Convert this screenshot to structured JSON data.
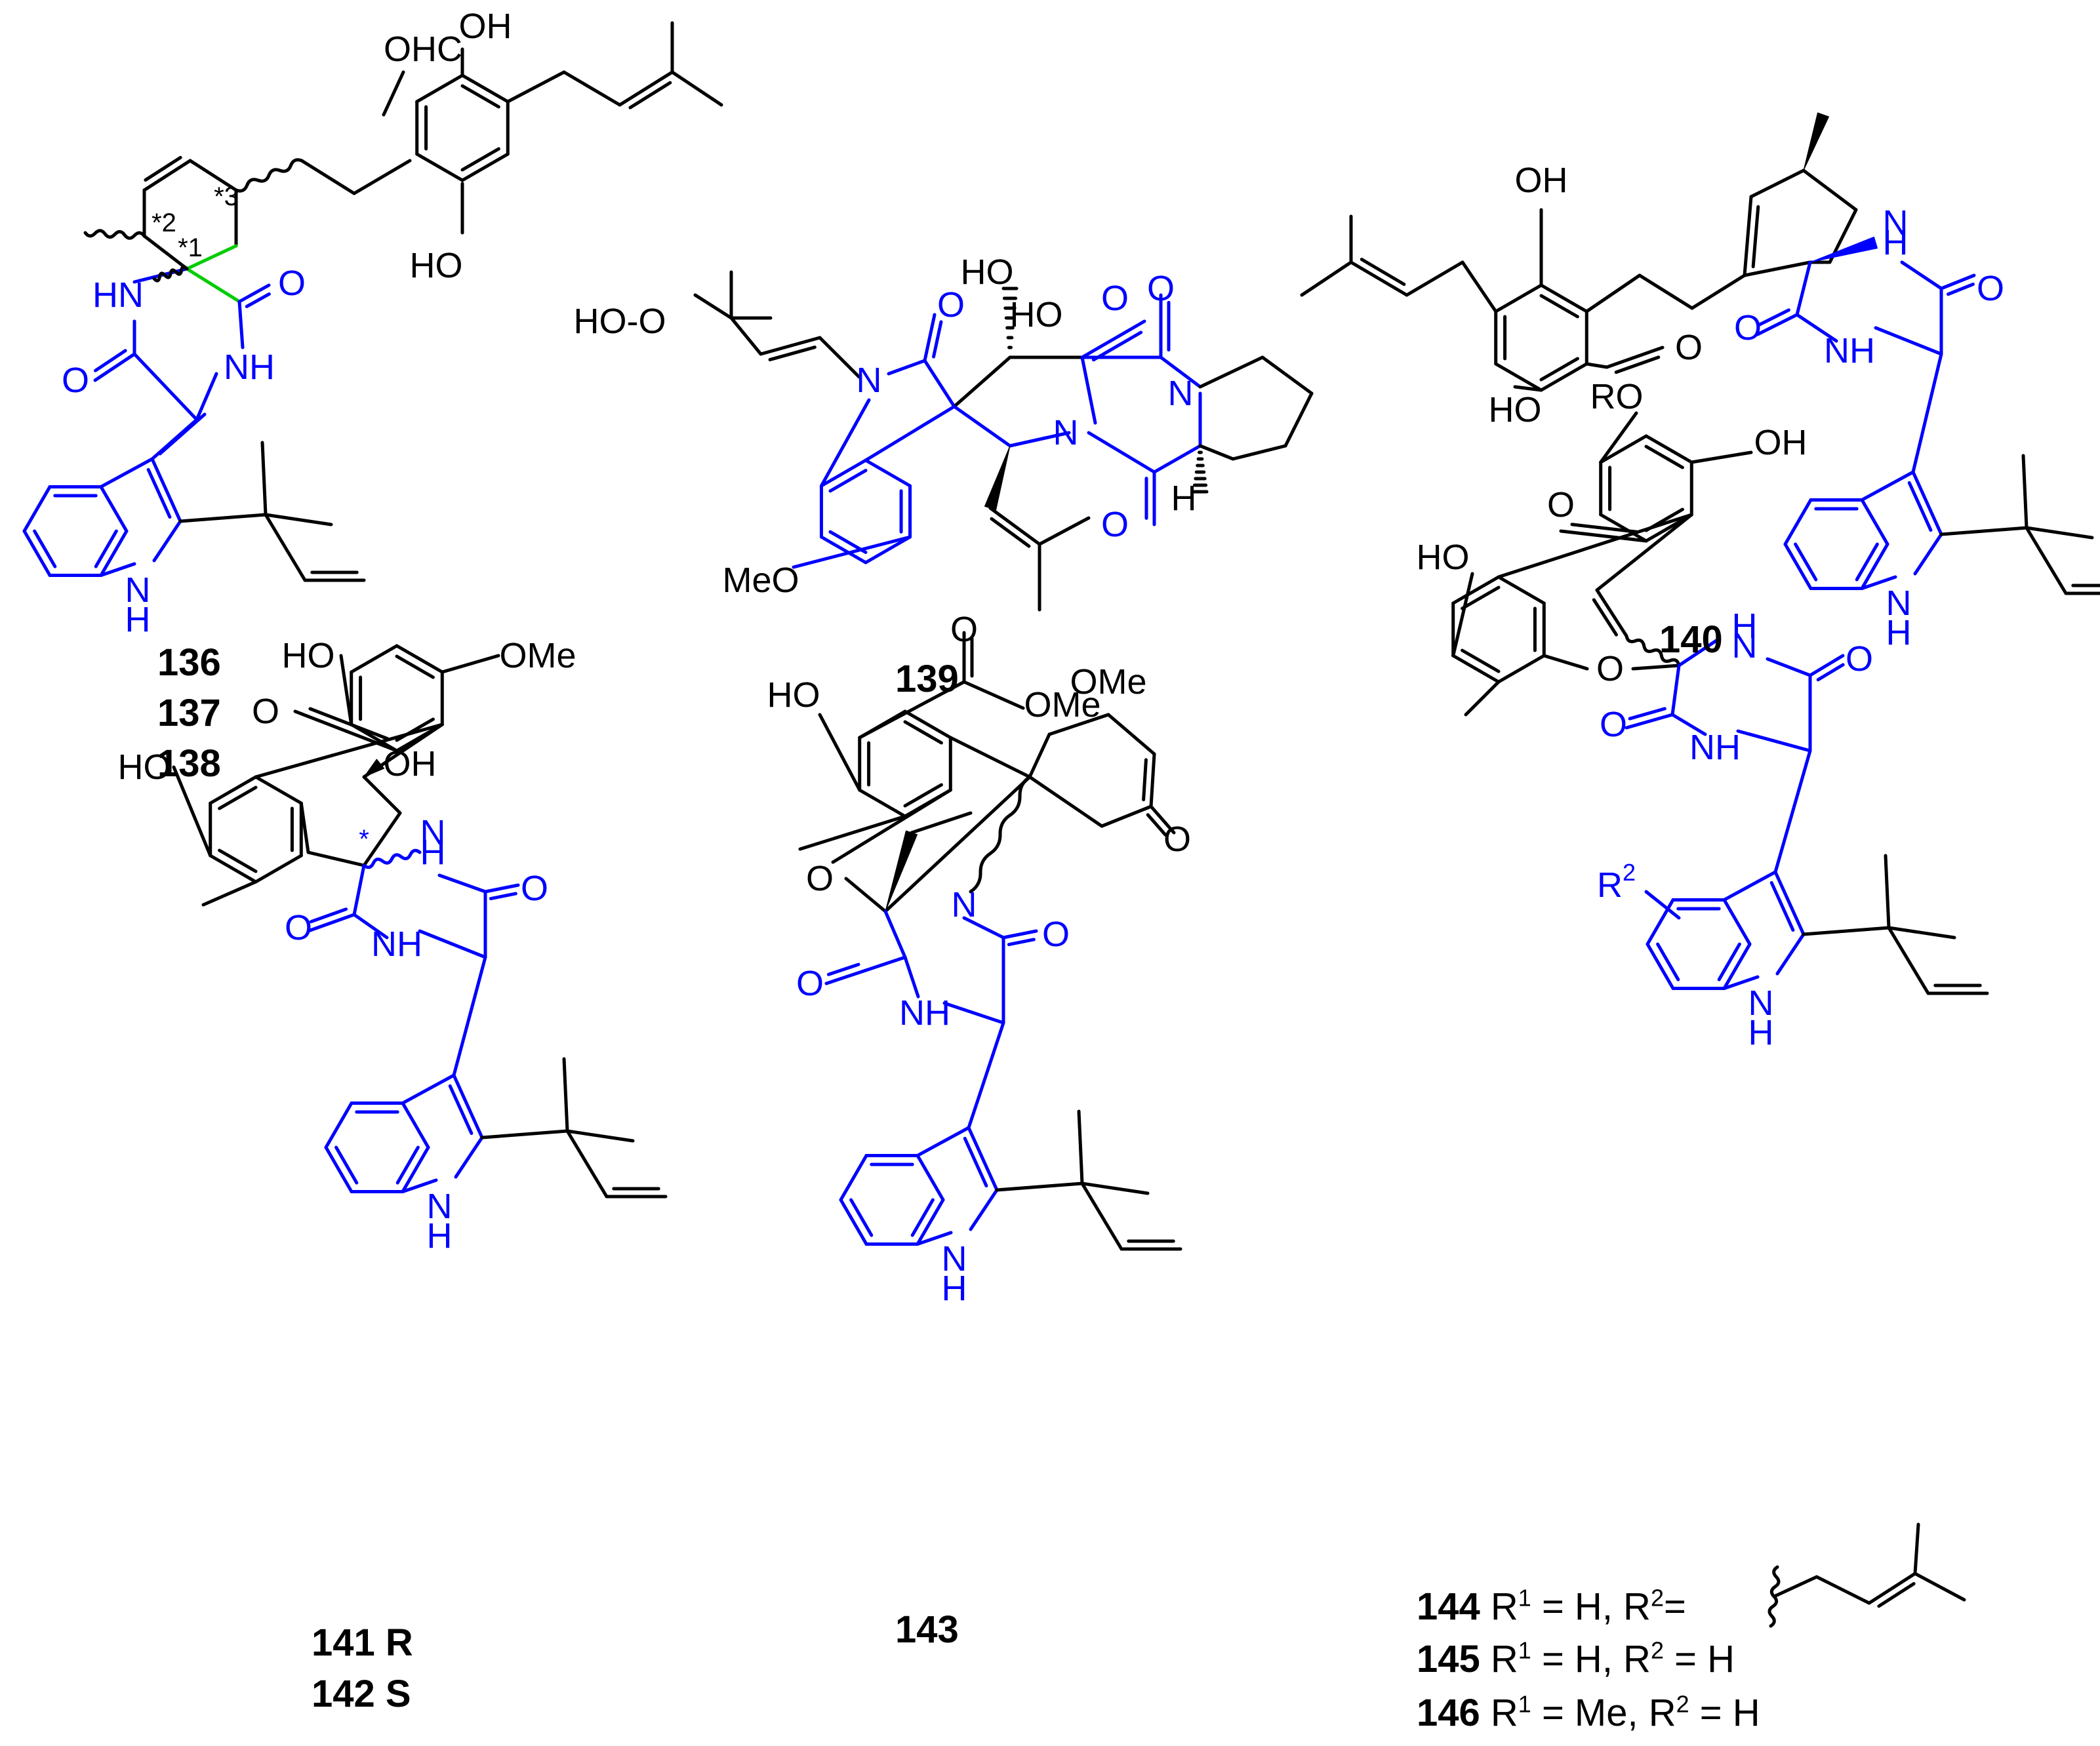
{
  "colors": {
    "scaffold": "#0000ff",
    "frame": "#000000",
    "highlight": "#00cc00",
    "background": "#ffffff"
  },
  "atoms": {
    "oh": "OH",
    "ho": "HO",
    "ohc": "OHC",
    "o": "O",
    "nh": "NH",
    "hn": "HN",
    "n": "N",
    "h": "H",
    "ome": "OMe",
    "meo": "MeO",
    "hooo": "HO-O",
    "ro": "RO",
    "r2": "R",
    "r2_sup": "2",
    "star": "*",
    "stereo1": "*1",
    "stereo2": "*2",
    "stereo3": "*3"
  },
  "captions": {
    "c136": "136",
    "c137": "137",
    "c138": "138",
    "c139": "139",
    "c140": "140",
    "c141": {
      "num": "141",
      "label": "R"
    },
    "c142": {
      "num": "142",
      "label": "S"
    },
    "c143": "143",
    "c144": {
      "num": "144",
      "r1": "R",
      "r1_sup": "1",
      "r1_val": " = H, ",
      "r2": "R",
      "r2_sup": "2",
      "r2_val": "="
    },
    "c145": {
      "num": "145",
      "r1": "R",
      "r1_sup": "1",
      "r1_val": " = H, ",
      "r2": "R",
      "r2_sup": "2",
      "r2_val": " = H"
    },
    "c146": {
      "num": "146",
      "r1": "R",
      "r1_sup": "1",
      "r1_val": " = Me, ",
      "r2": "R",
      "r2_sup": "2",
      "r2_val": " = H"
    }
  }
}
